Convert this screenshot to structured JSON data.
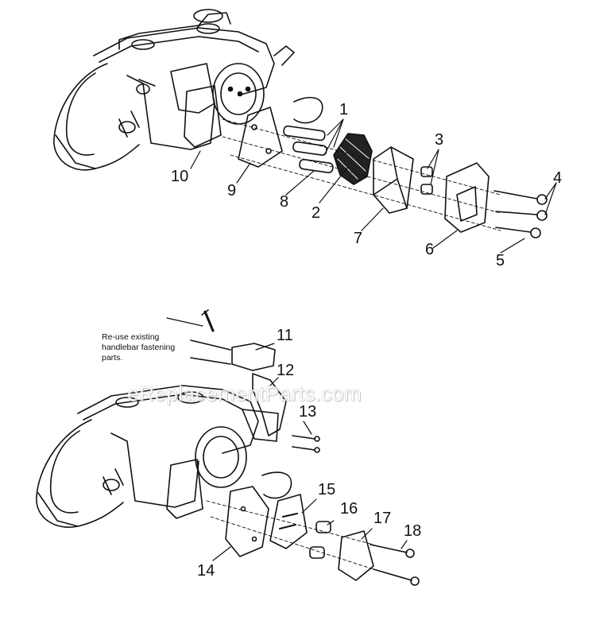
{
  "figure": {
    "callouts": [
      {
        "id": "1",
        "text": "1"
      },
      {
        "id": "2",
        "text": "2"
      },
      {
        "id": "3",
        "text": "3"
      },
      {
        "id": "4",
        "text": "4"
      },
      {
        "id": "5",
        "text": "5"
      },
      {
        "id": "6",
        "text": "6"
      },
      {
        "id": "7",
        "text": "7"
      },
      {
        "id": "8",
        "text": "8"
      },
      {
        "id": "9",
        "text": "9"
      },
      {
        "id": "10",
        "text": "10"
      },
      {
        "id": "11",
        "text": "11"
      },
      {
        "id": "12",
        "text": "12"
      },
      {
        "id": "13",
        "text": "13"
      },
      {
        "id": "14",
        "text": "14"
      },
      {
        "id": "15",
        "text": "15"
      },
      {
        "id": "16",
        "text": "16"
      },
      {
        "id": "17",
        "text": "17"
      },
      {
        "id": "18",
        "text": "18"
      }
    ],
    "note_lines": [
      "Re-use existing",
      "handlebar fastening",
      "parts."
    ],
    "watermark": "eReplacementParts.com"
  }
}
